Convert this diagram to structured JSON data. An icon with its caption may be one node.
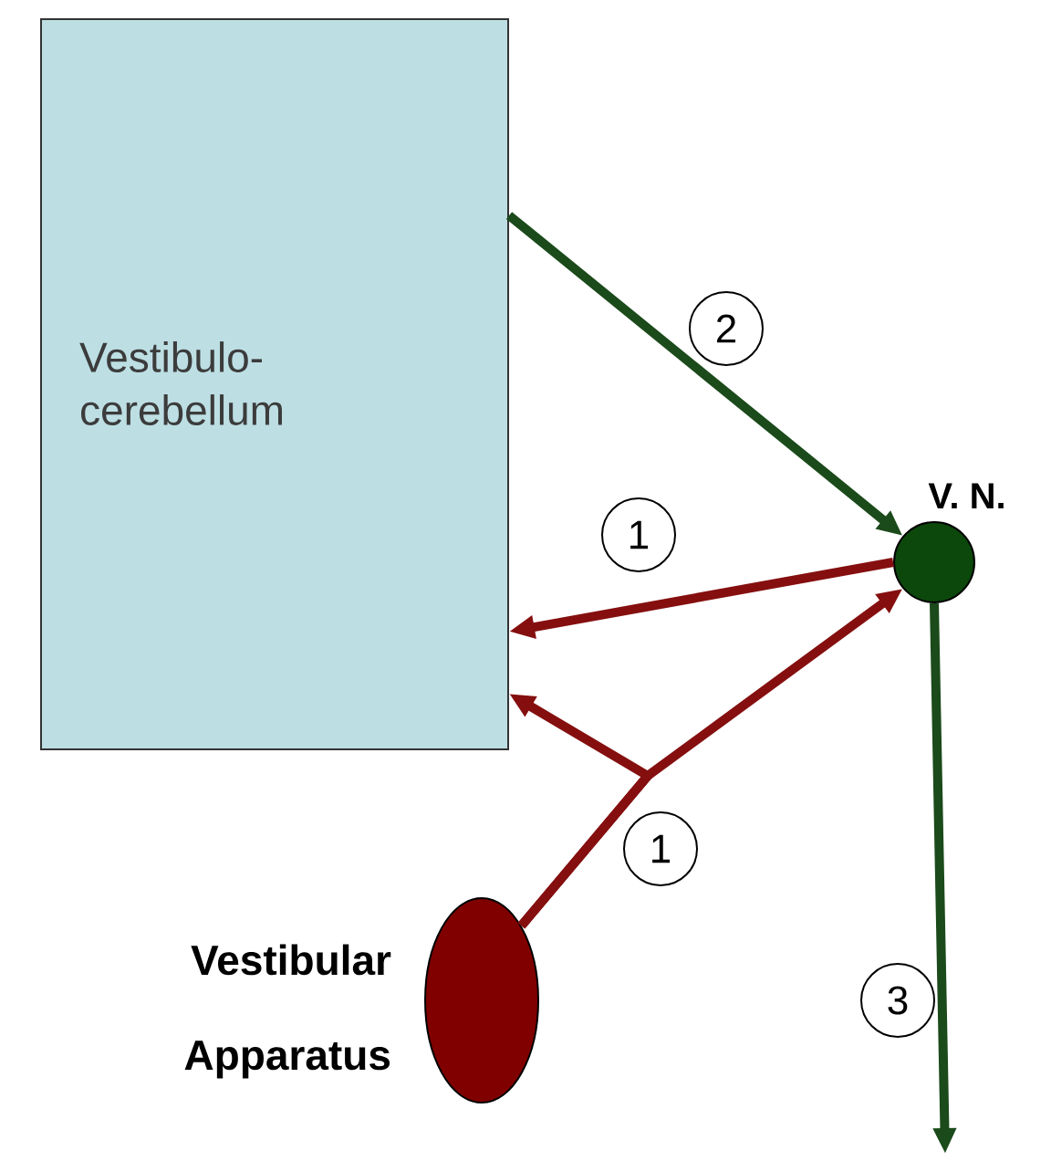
{
  "diagram": {
    "nodes": [
      {
        "text": [
          "Vestibulo- cerebellum"
        ]
      },
      {
        "text": [
          "V. N."
        ]
      },
      {
        "text": [
          "Vestibular Apparatus"
        ]
      }
    ],
    "edges": [
      {
        "from": 0,
        "to": 1,
        "arrow": "to",
        "label": "2",
        "color": "#1b4a1b"
      },
      {
        "from": 1,
        "to": 0,
        "arrow": "to",
        "label": "1",
        "color": "#850f0f"
      },
      {
        "from": 2,
        "to": 1,
        "arrow": "to",
        "label": "1",
        "color": "#850f0f"
      },
      {
        "from": 2,
        "to": 0,
        "arrow": "to",
        "color": "#850f0f"
      },
      {
        "from": 1,
        "to": null,
        "arrow": "to",
        "label": "3",
        "color": "#1b4a1b"
      }
    ]
  }
}
